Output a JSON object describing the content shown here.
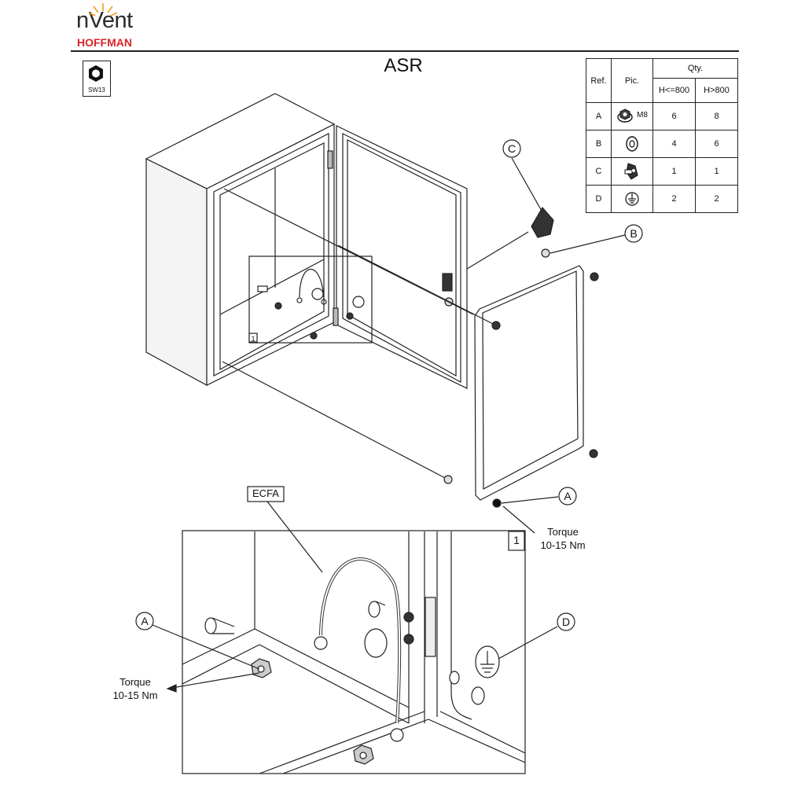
{
  "brand": {
    "logo_text": "nVent",
    "logo_subtext": "HOFFMAN",
    "brand_color": "#d8262a",
    "accent_color": "#f29a1f"
  },
  "tool": {
    "icon": "hex-socket-icon",
    "label": "SW13"
  },
  "title": "ASR",
  "parts_table": {
    "headers": {
      "ref": "Ref.",
      "pic": "Pic.",
      "qty": "Qty.",
      "qty_small": "H<=800",
      "qty_large": "H>800"
    },
    "rows": [
      {
        "ref": "A",
        "icon": "flange-nut-icon",
        "spec": "M8",
        "qty_small": "6",
        "qty_large": "8"
      },
      {
        "ref": "B",
        "icon": "washer-icon",
        "spec": "",
        "qty_small": "4",
        "qty_large": "6"
      },
      {
        "ref": "C",
        "icon": "latch-icon",
        "spec": "",
        "qty_small": "1",
        "qty_large": "1"
      },
      {
        "ref": "D",
        "icon": "ground-symbol-icon",
        "spec": "",
        "qty_small": "2",
        "qty_large": "2"
      }
    ]
  },
  "callouts": {
    "c_main": "C",
    "b_main": "B",
    "a_main": "A",
    "torque_main_1": "Torque",
    "torque_main_2": "10-15 Nm",
    "detail_ref_small": "1",
    "detail_ref_large": "1",
    "ecfa": "ECFA",
    "a_detail": "A",
    "d_detail": "D",
    "torque_detail_1": "Torque",
    "torque_detail_2": "10-15 Nm"
  }
}
